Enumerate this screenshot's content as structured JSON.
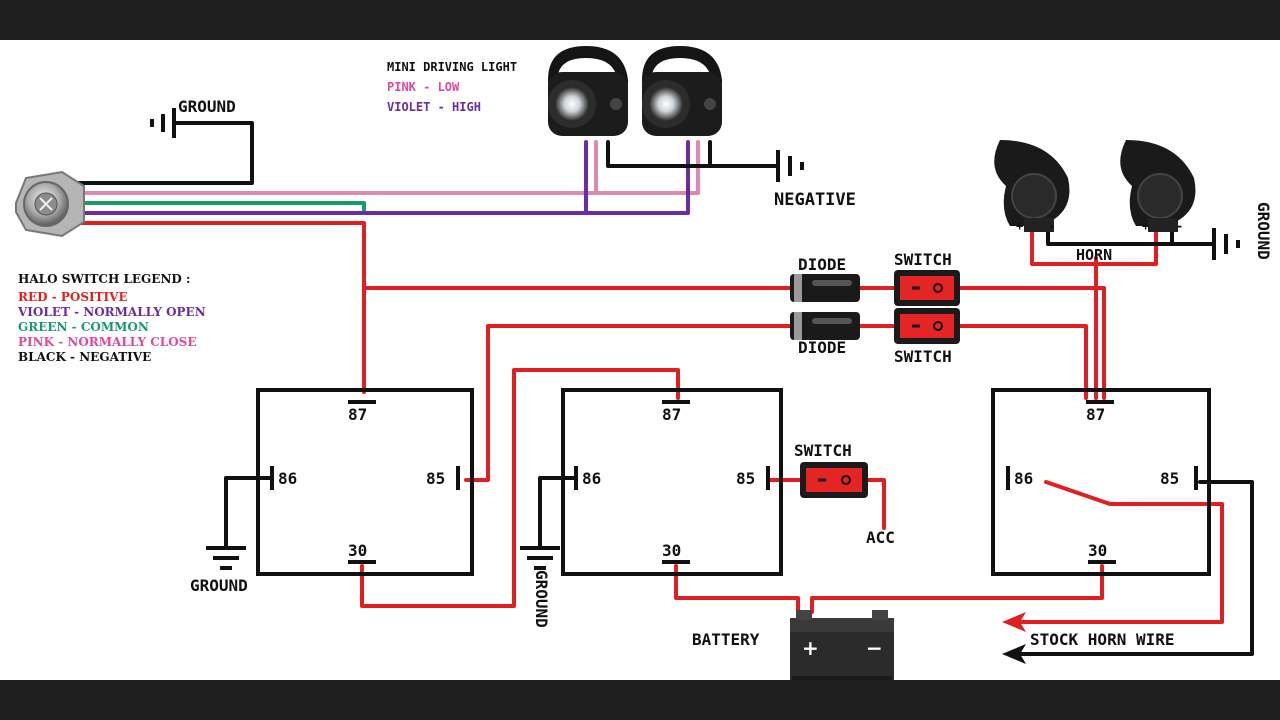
{
  "colors": {
    "red": "#e02020",
    "violet": "#6a2ea3",
    "green": "#1a9a6a",
    "pink": "#e04a9a",
    "pink_wire": "#d98bb0",
    "black": "#111111",
    "frame": "#1e1e1e"
  },
  "lights": {
    "title": "MINI DRIVING LIGHT",
    "pink_label": "PINK - LOW",
    "violet_label": "VIOLET - HIGH",
    "negative_label": "NEGATIVE"
  },
  "top_ground_label": "GROUND",
  "legend": {
    "title": "HALO SWITCH LEGEND :",
    "items": [
      {
        "text": "RED - POSITIVE",
        "color": "#e02020"
      },
      {
        "text": "VIOLET - NORMALLY OPEN",
        "color": "#6a2ea3"
      },
      {
        "text": "GREEN - COMMON",
        "color": "#1a9a6a"
      },
      {
        "text": "PINK - NORMALLY CLOSE",
        "color": "#e04a9a"
      },
      {
        "text": "BLACK - NEGATIVE",
        "color": "#111111"
      }
    ]
  },
  "diodes": {
    "top": "DIODE",
    "bottom": "DIODE"
  },
  "switches": {
    "top": "SWITCH",
    "bottom": "SWITCH",
    "middle": "SWITCH"
  },
  "horn": {
    "label": "HORN",
    "ground_label": "GROUND",
    "plus": "+",
    "minus": "-"
  },
  "relays": [
    {
      "p87": "87",
      "p86": "86",
      "p85": "85",
      "p30": "30"
    },
    {
      "p87": "87",
      "p86": "86",
      "p85": "85",
      "p30": "30"
    },
    {
      "p87": "87",
      "p86": "86",
      "p85": "85",
      "p30": "30"
    }
  ],
  "relay1_ground": "GROUND",
  "relay2_ground": "GROUND",
  "acc_label": "ACC",
  "battery": {
    "label": "BATTERY",
    "plus": "+",
    "minus": "−"
  },
  "stock_horn_label": "STOCK HORN WIRE"
}
